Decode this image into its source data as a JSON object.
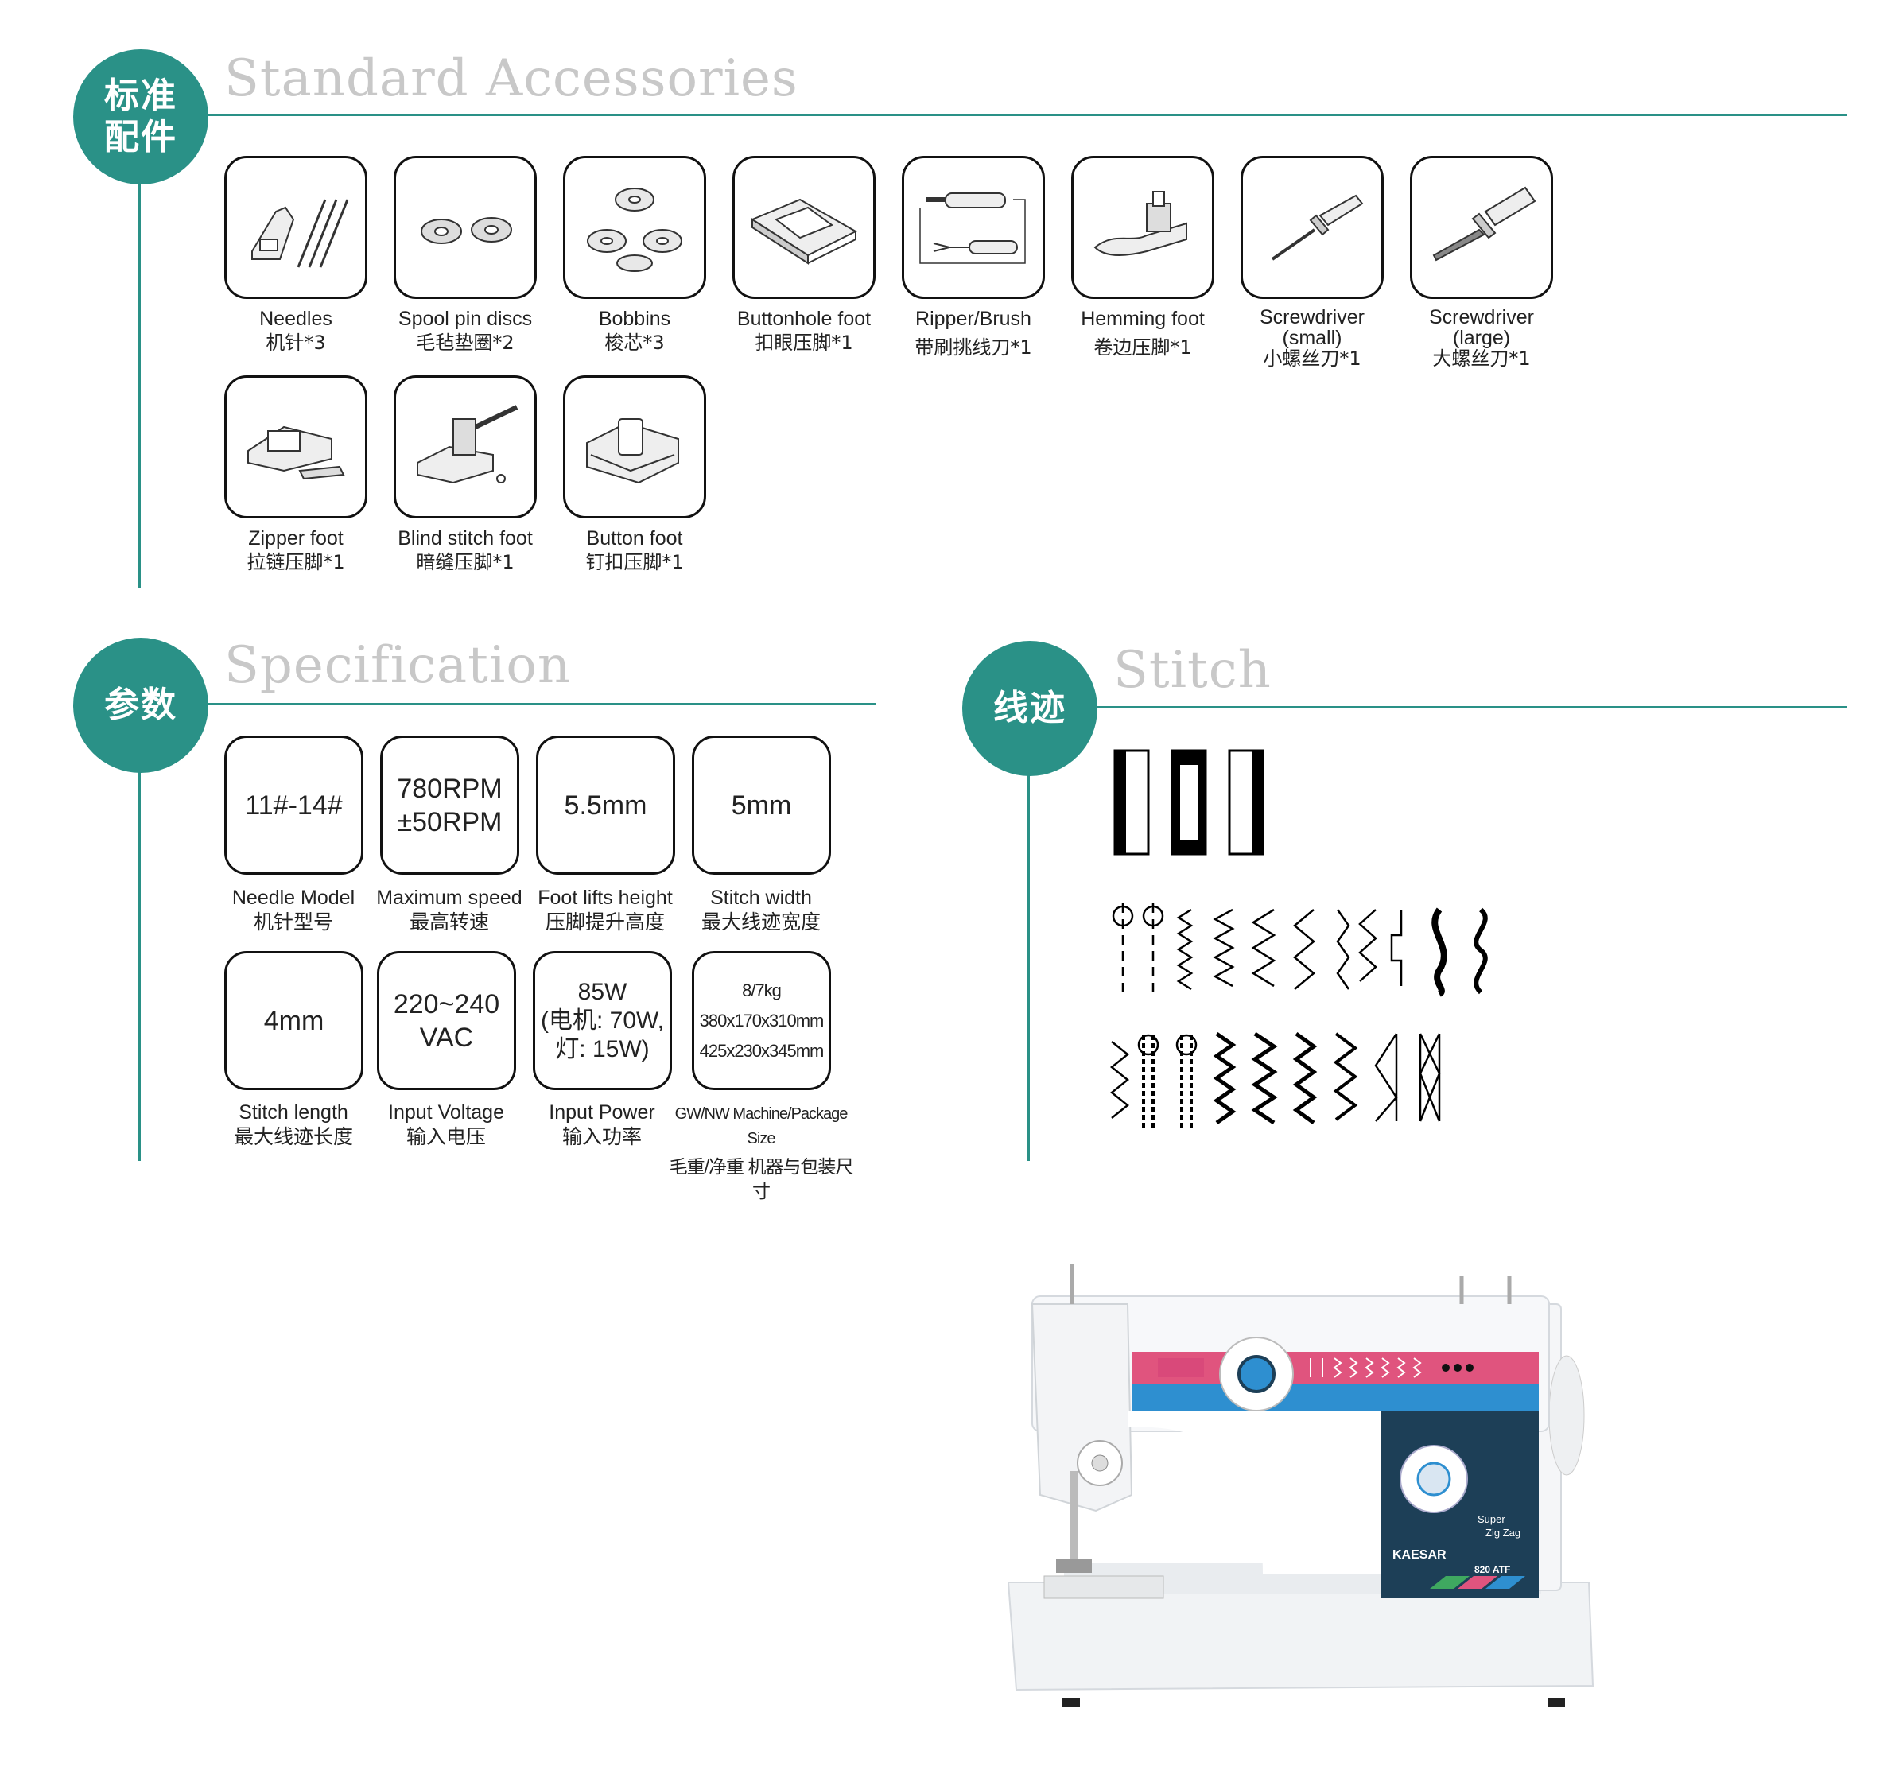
{
  "sections": {
    "accessories": {
      "badge": "标准\n配件",
      "title": "Standard Accessories"
    },
    "specification": {
      "badge": "参数",
      "title": "Specification"
    },
    "stitch": {
      "badge": "线迹",
      "title": "Stitch"
    }
  },
  "accessories": [
    {
      "en": "Needles",
      "zh": "机针*3",
      "icon": "needles-icon"
    },
    {
      "en": "Spool pin discs",
      "zh": "毛毡垫圈*2",
      "icon": "spool-discs-icon"
    },
    {
      "en": "Bobbins",
      "zh": "梭芯*3",
      "icon": "bobbins-icon"
    },
    {
      "en": "Buttonhole foot",
      "zh": "扣眼压脚*1",
      "icon": "buttonhole-foot-icon"
    },
    {
      "en": "Ripper/Brush",
      "zh": "带刷挑线刀*1",
      "icon": "ripper-brush-icon"
    },
    {
      "en": "Hemming foot",
      "zh": "卷边压脚*1",
      "icon": "hemming-foot-icon"
    },
    {
      "en": "Screwdriver\n(small)",
      "zh": "小螺丝刀*1",
      "icon": "screwdriver-small-icon"
    },
    {
      "en": "Screwdriver\n(large)",
      "zh": "大螺丝刀*1",
      "icon": "screwdriver-large-icon"
    },
    {
      "en": "Zipper foot",
      "zh": "拉链压脚*1",
      "icon": "zipper-foot-icon"
    },
    {
      "en": "Blind stitch foot",
      "zh": "暗缝压脚*1",
      "icon": "blind-stitch-foot-icon"
    },
    {
      "en": "Button foot",
      "zh": "钉扣压脚*1",
      "icon": "button-foot-icon"
    }
  ],
  "specs": [
    {
      "value": "11#-14#",
      "en": "Needle Model",
      "zh": "机针型号"
    },
    {
      "value": "780RPM\n±50RPM",
      "en": "Maximum speed",
      "zh": "最高转速"
    },
    {
      "value": "5.5mm",
      "en": "Foot lifts height",
      "zh": "压脚提升高度"
    },
    {
      "value": "5mm",
      "en": "Stitch width",
      "zh": "最大线迹宽度"
    },
    {
      "value": "4mm",
      "en": "Stitch length",
      "zh": "最大线迹长度"
    },
    {
      "value": "220~240\nVAC",
      "en": "Input Voltage",
      "zh": "输入电压"
    },
    {
      "value": "85W\n(电机: 70W,\n灯: 15W)",
      "en": "Input Power",
      "zh": "输入功率"
    },
    {
      "value": "8/7kg\n380x170x310mm\n425x230x345mm",
      "en": "GW/NW Machine/Package Size",
      "zh": "毛重/净重 机器与包装尺寸"
    }
  ],
  "machine": {
    "brand": "KAESAR",
    "model": "820 ATF",
    "tagline_1": "Super",
    "tagline_2": "Zig Zag",
    "colors": {
      "pink": "#e0547e",
      "blue": "#2e8fd0",
      "navy": "#1d3f57",
      "body": "#f1f3f5"
    }
  },
  "theme": {
    "accent": "#2a9187",
    "title_gray": "#c8c8c8"
  }
}
